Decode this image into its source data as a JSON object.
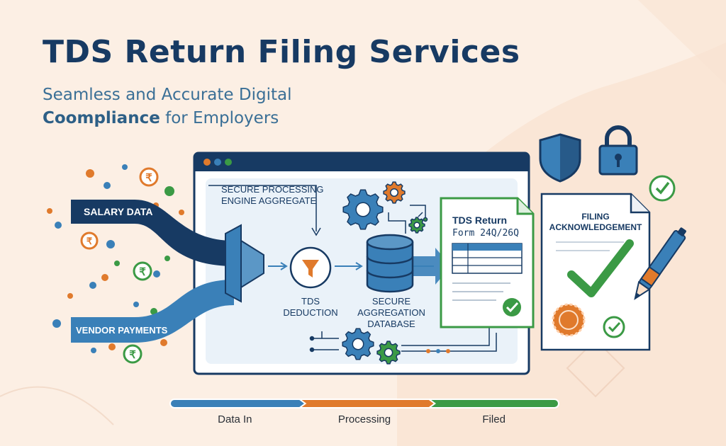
{
  "header": {
    "title": "TDS Return Filing Services",
    "subtitle_line1": "Seamless and Accurate Digital",
    "subtitle_bold": "Coompliance",
    "subtitle_rest": " for Employers"
  },
  "inputs": {
    "salary_label": "SALARY DATA",
    "vendor_label": "VENDOR PAYMENTS",
    "rupee_symbol": "₹"
  },
  "engine": {
    "label_line1": "SECURE PROCESSING",
    "label_line2": "ENGINE AGGREGATE",
    "tds_line1": "TDS",
    "tds_line2": "DEDUCTION",
    "db_line1": "SECURE",
    "db_line2": "AGGREGATION",
    "db_line3": "DATABASE"
  },
  "form": {
    "line1": "TDS Return",
    "line2": "Form 24Q/26Q"
  },
  "acknowledgement": {
    "line1": "FILING",
    "line2": "ACKNOWLEDGEMENT"
  },
  "progress": {
    "stages": [
      {
        "label": "Data In",
        "color": "#3a80b8"
      },
      {
        "label": "Processing",
        "color": "#e07a2c"
      },
      {
        "label": "Filed",
        "color": "#3b9a45"
      }
    ]
  },
  "colors": {
    "navy": "#173a63",
    "blue": "#3a80b8",
    "orange": "#e07a2c",
    "green": "#3b9a45"
  },
  "icons": [
    "shield-icon",
    "padlock-icon",
    "pen-icon",
    "gear-icon",
    "funnel-icon",
    "database-icon",
    "check-icon",
    "seal-icon",
    "rupee-coin-icon"
  ]
}
